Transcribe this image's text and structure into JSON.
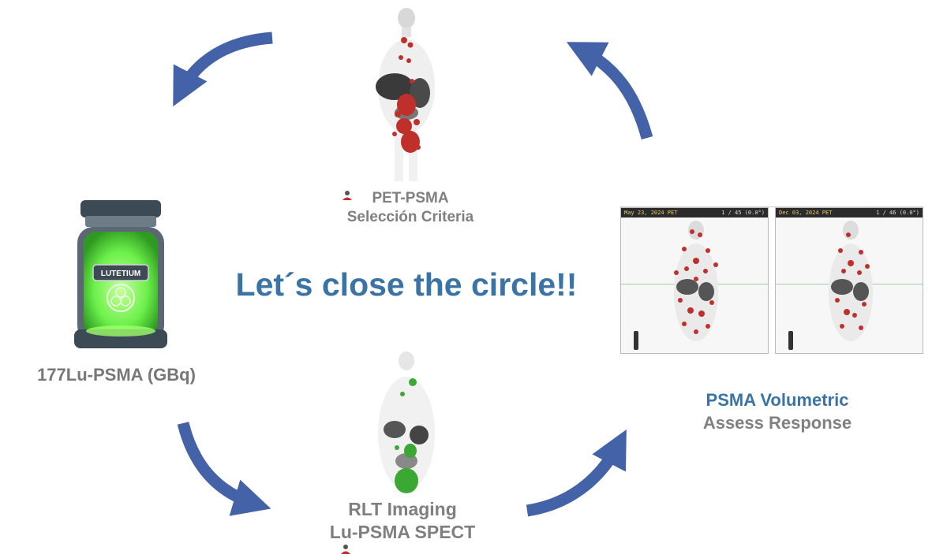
{
  "title": "Let´s close the circle!!",
  "pet_label": {
    "line1": "PET-PSMA",
    "line2": "Selección Criteria"
  },
  "lutetium": {
    "jar_label": "LUTETIUM",
    "caption": "177Lu-PSMA (GBq)"
  },
  "rlt_label": {
    "line1": "RLT Imaging",
    "line2": "Lu-PSMA SPECT"
  },
  "volumetric": {
    "line1": "PSMA Volumetric",
    "line2": "Assess Response",
    "scans": [
      {
        "header": "May 23, 2024 PET",
        "slice": "1 / 45 (0.0°)"
      },
      {
        "header": "Dec 03, 2024 PET",
        "slice": "1 / 46 (0.0°)"
      }
    ]
  },
  "colors": {
    "arrow": "#4462a8",
    "title": "#3a73a6",
    "pet_uptake": "#c0302a",
    "spect_uptake": "#3aa832",
    "jar_liquid": "#6cf04a"
  }
}
